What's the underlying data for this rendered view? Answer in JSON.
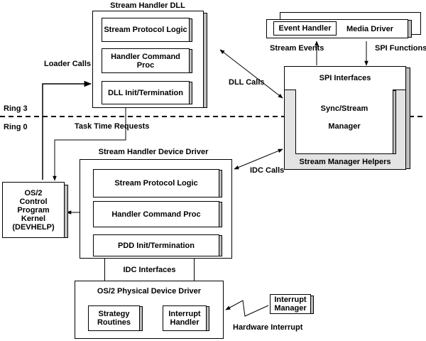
{
  "ring_labels": {
    "ring3": "Ring 3",
    "ring0": "Ring 0"
  },
  "dll": {
    "title": "Stream Handler DLL",
    "modules": [
      "Stream Protocol Logic",
      "Handler Command Proc",
      "DLL Init/Termination"
    ]
  },
  "media_driver": {
    "title": "Media Driver",
    "event_handler": "Event Handler"
  },
  "stream_manager": {
    "spi_interfaces": "SPI Interfaces",
    "sync_stream": "Sync/Stream",
    "manager": "Manager",
    "helpers": "Stream Manager Helpers"
  },
  "device_driver": {
    "title": "Stream Handler Device Driver",
    "modules": [
      "Stream Protocol Logic",
      "Handler Command Proc",
      "PDD Init/Termination"
    ],
    "idc_interfaces": "IDC Interfaces"
  },
  "kernel": {
    "lines": [
      "OS/2",
      "Control",
      "Program",
      "Kernel",
      "(DEVHELP)"
    ]
  },
  "pdd": {
    "title": "OS/2 Physical Device Driver",
    "strategy": "Strategy Routines",
    "interrupt_handler": "Interrupt Handler"
  },
  "interrupt_manager": "Interrupt Manager",
  "connections": {
    "loader_calls": "Loader Calls",
    "task_time_requests": "Task Time Requests",
    "dll_calls": "DLL Calls",
    "idc_calls": "IDC Calls",
    "stream_events": "Stream Events",
    "spi_functions": "SPI Functions",
    "hardware_interrupt": "Hardware Interrupt"
  }
}
